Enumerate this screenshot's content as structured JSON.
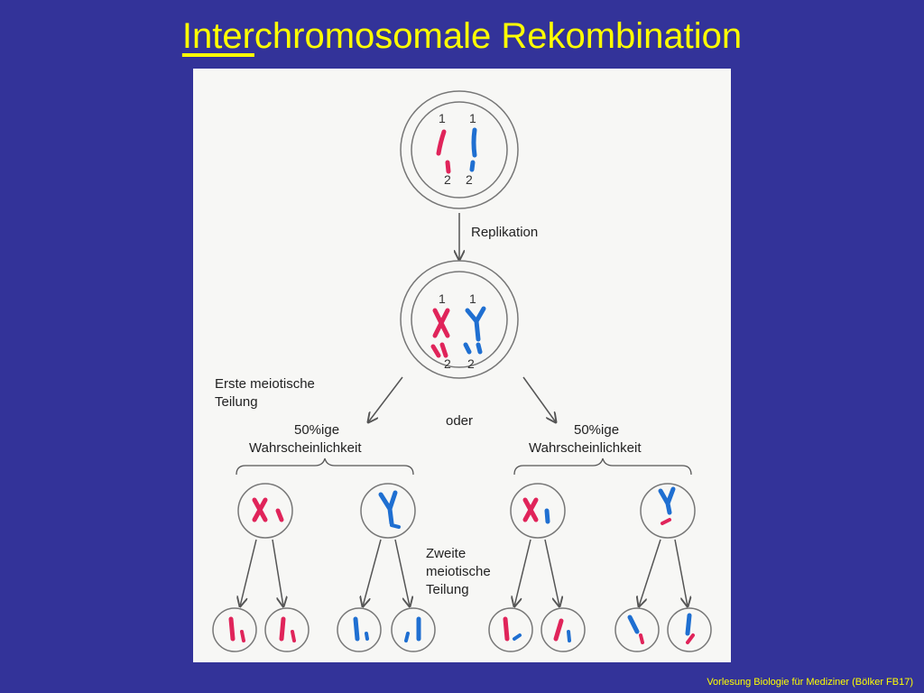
{
  "slide": {
    "title_underlined": "Inter",
    "title_rest": "chromosomale Rekombination",
    "footer": "Vorlesung Biologie für Mediziner (Bölker FB17)"
  },
  "figure": {
    "replikation": "Replikation",
    "erste_line1": "Erste meiotische",
    "erste_line2": "Teilung",
    "oder": "oder",
    "prob_line1": "50%ige",
    "prob_line2": "Wahrscheinlichkeit",
    "zweite_line1": "Zweite",
    "zweite_line2": "meiotische",
    "zweite_line3": "Teilung",
    "chrom1": "1",
    "chrom2": "2",
    "colors": {
      "red": "#e0245a",
      "blue": "#1f6fd1",
      "line": "#555555"
    }
  }
}
